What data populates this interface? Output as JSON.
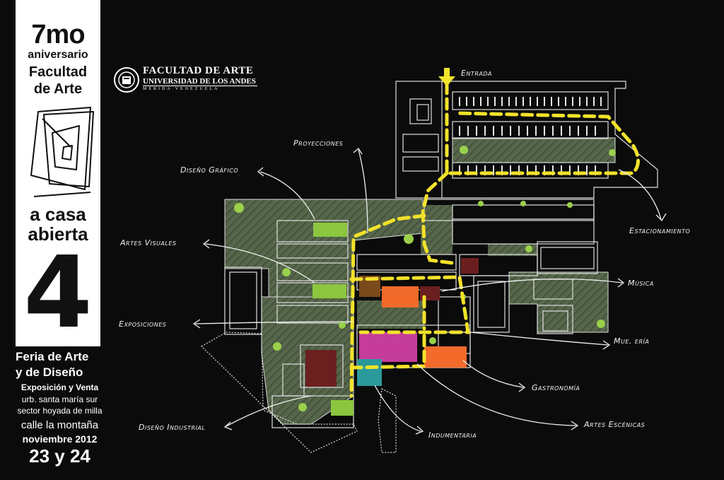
{
  "poster": {
    "anniversary_number": "7mo",
    "anniversary_word": "aniversario",
    "faculty_line1": "Facultad",
    "faculty_line2": "de Arte",
    "casa_line1": "a casa",
    "casa_line2": "abierta",
    "big_number": "4",
    "feria_line1": "Feria de Arte",
    "feria_line2": "y de Diseño",
    "expo": "Exposición y Venta",
    "address1": "urb. santa maría sur",
    "address2": "sector hoyada de milla",
    "address3": "calle la montaña",
    "month": "noviembre 2012",
    "days": "23 y 24"
  },
  "institution": {
    "name": "FACULTAD DE ARTE",
    "university": "UNIVERSIDAD DE LOS ANDES",
    "city": "MÉRIDA VENEZUELA"
  },
  "map": {
    "labels": {
      "entrada": "Entrada",
      "proyecciones": "Proyecciones",
      "diseno_grafico": "Diseño Gráfico",
      "artes_visuales": "Artes Visuales",
      "exposiciones": "Exposiciones",
      "diseno_industrial": "Diseño Industrial",
      "estacionamiento": "Estacionamiento",
      "musica": "Música",
      "muebleria": "Mue. ería",
      "gastronomia": "Gastronomía",
      "artes_escenicas": "Artes Escénicas",
      "indumentaria": "Indumentaria"
    },
    "colors": {
      "background": "#0b0b0b",
      "green_area": "#5e6e52",
      "path_yellow": "#f2e22a",
      "lime": "#8cc63f",
      "brown": "#7a4a1c",
      "orange": "#f26b2a",
      "maroon": "#6b1f1f",
      "magenta": "#c53c9a",
      "teal": "#2a9a9a",
      "line_white": "#e8e8e8"
    }
  }
}
